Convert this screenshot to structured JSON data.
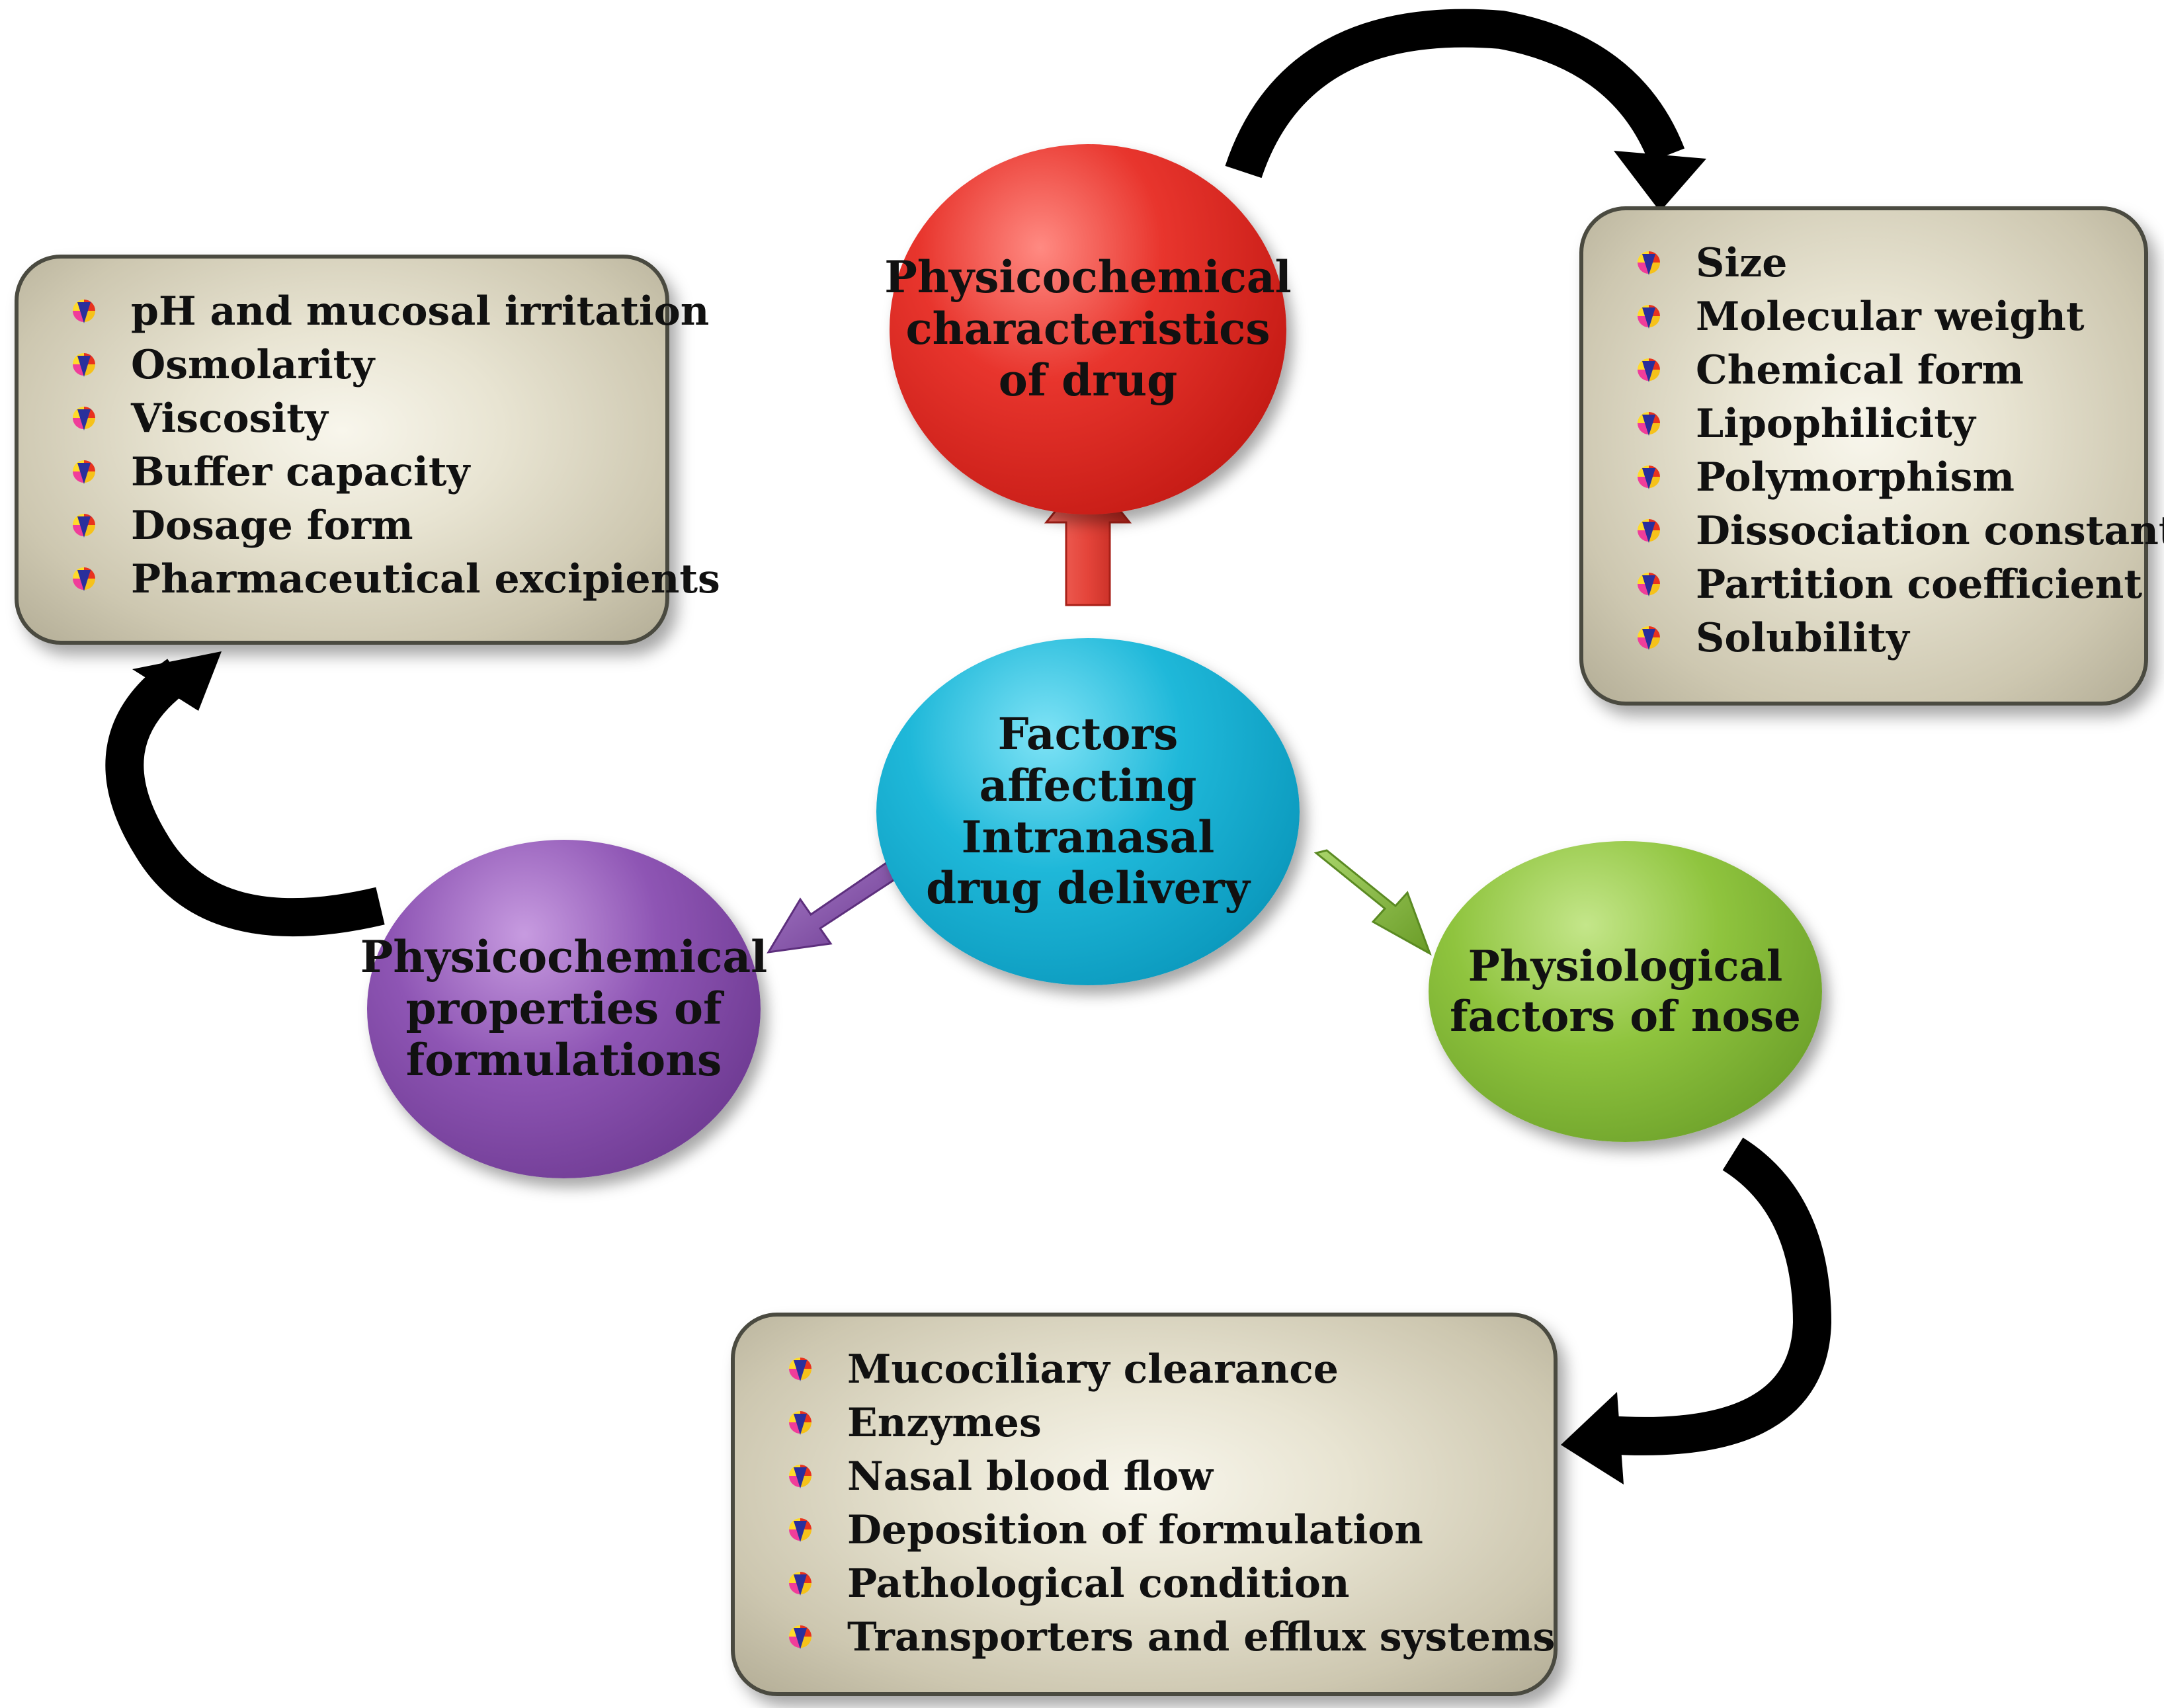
{
  "center": {
    "label": "Factors\naffecting\nIntranasal\ndrug delivery"
  },
  "nodes": {
    "top": {
      "label": "Physicochemical\ncharacteristics\nof drug",
      "color": "#d9261f"
    },
    "left": {
      "label": "Physicochemical\nproperties of\nformulations",
      "color": "#7b479f"
    },
    "right": {
      "label": "Physiological\nfactors of nose",
      "color": "#7bb033"
    }
  },
  "lists": {
    "drug": [
      "Size",
      "Molecular weight",
      "Chemical form",
      "Lipophilicity",
      "Polymorphism",
      "Dissociation constant",
      "Partition coefficient",
      "Solubility"
    ],
    "formulation": [
      "pH and mucosal irritation",
      "Osmolarity",
      "Viscosity",
      "Buffer capacity",
      "Dosage form",
      "Pharmaceutical excipients"
    ],
    "nose": [
      "Mucociliary clearance",
      "Enzymes",
      "Nasal blood flow",
      "Deposition of formulation",
      "Pathological condition",
      "Transporters and efflux systems"
    ]
  },
  "icons": {
    "bullet": "bullet-arrow-icon"
  },
  "arrow_colors": {
    "to_top": "#e4443a",
    "to_left": "#8a55b0",
    "to_right": "#84b437",
    "curved": "#000000"
  }
}
